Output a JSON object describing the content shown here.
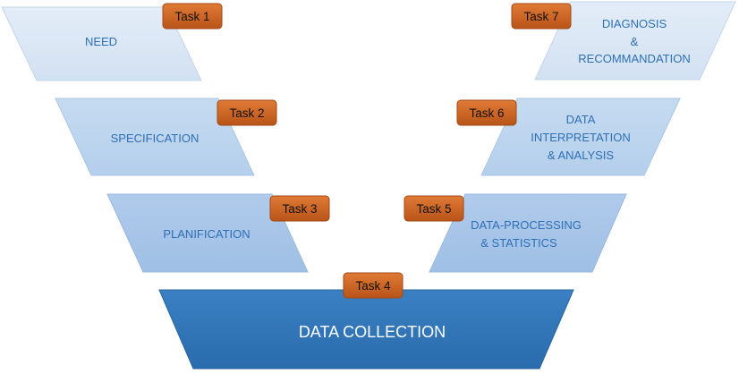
{
  "diagram": {
    "colors": {
      "shape_light": "#d6e4f4",
      "shape_mid": "#bcd4ee",
      "shape_dark": "#a7c5e8",
      "shape_base": "#2f76ba",
      "task_badge": "#c8601e",
      "label_text": "#2e6fb6"
    },
    "steps": [
      {
        "task": "Task 1",
        "label_lines": [
          "NEED"
        ]
      },
      {
        "task": "Task 2",
        "label_lines": [
          "SPECIFICATION"
        ]
      },
      {
        "task": "Task 3",
        "label_lines": [
          "PLANIFICATION"
        ]
      },
      {
        "task": "Task 4",
        "label_lines": [
          "DATA COLLECTION"
        ]
      },
      {
        "task": "Task 5",
        "label_lines": [
          "DATA-PROCESSING",
          "& STATISTICS"
        ]
      },
      {
        "task": "Task 6",
        "label_lines": [
          "DATA",
          "INTERPRETATION",
          "& ANALYSIS"
        ]
      },
      {
        "task": "Task 7",
        "label_lines": [
          "DIAGNOSIS",
          "&",
          "RECOMMANDATION"
        ]
      }
    ]
  }
}
